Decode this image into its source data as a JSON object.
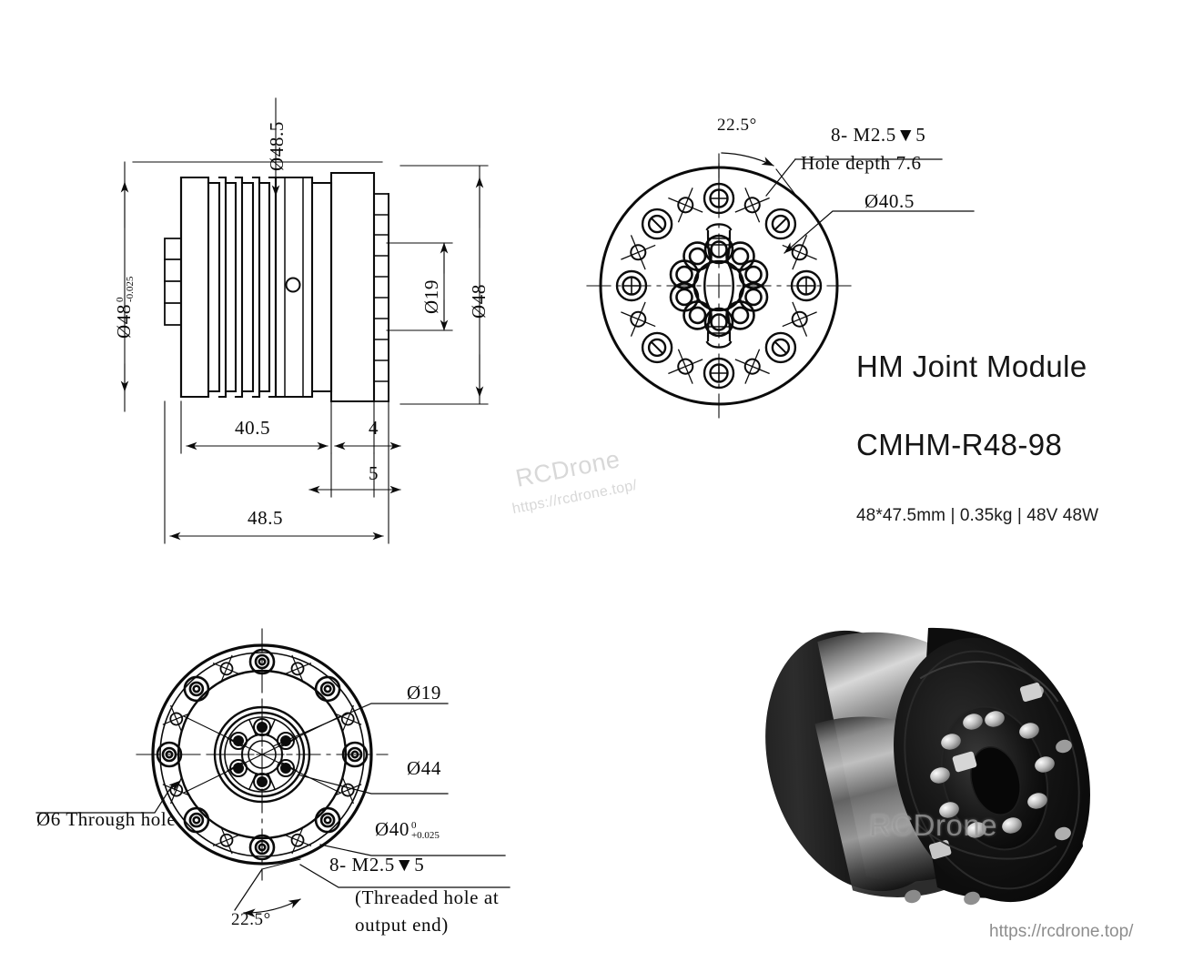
{
  "page": {
    "background": "#ffffff",
    "line_color": "#0b0b0b"
  },
  "views": {
    "side_view": {
      "name": "side-elevation-view",
      "dimensions": {
        "outer_diameter_left": "Ø48",
        "outer_diameter_left_tol_upper": "0",
        "outer_diameter_left_tol_lower": "-0.025",
        "top_diameter": "Ø48.5",
        "inner_bore": "Ø19",
        "outer_diameter_right": "Ø48",
        "length_main": "40.5",
        "length_step": "4",
        "length_flange": "5",
        "length_total": "48.5"
      }
    },
    "front_view": {
      "name": "front-face-view",
      "annotations": {
        "angle": "22.5°",
        "thread_spec": "8- M2.5▼5",
        "hole_depth": "Hole depth 7.6",
        "bolt_circle": "Ø40.5"
      }
    },
    "rear_view": {
      "name": "output-end-view",
      "annotations": {
        "bore": "Ø19",
        "pilot": "Ø44",
        "shaft_fit": "Ø40",
        "shaft_fit_tol_upper": "0",
        "shaft_fit_tol_lower": "+0.025",
        "through_hole": "Ø6 Through hole",
        "thread_spec": "8- M2.5▼5",
        "thread_note_line1": "(Threaded hole at",
        "thread_note_line2": "output end)",
        "angle": "22.5°"
      }
    },
    "photo": {
      "name": "product-photo",
      "watermark": "RCDrone",
      "url": "https://rcdrone.top/"
    }
  },
  "title_block": {
    "product_name": "HM Joint Module",
    "model": "CMHM-R48-98",
    "specs": "48*47.5mm | 0.35kg | 48V 48W"
  },
  "watermark": {
    "brand": "RCDrone",
    "url": "https://rcdrone.top/"
  }
}
